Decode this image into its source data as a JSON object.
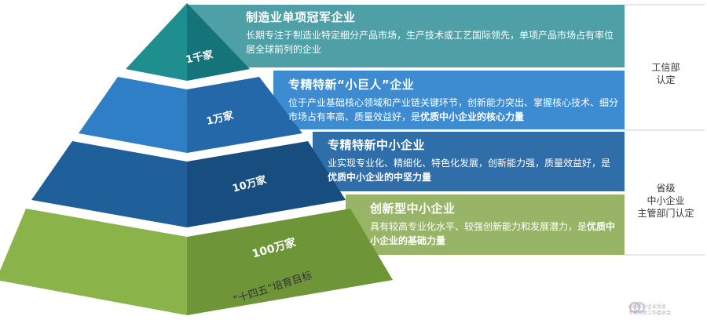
{
  "bands": [
    {
      "id": "champion",
      "title": "制造业单项冠军企业",
      "desc": "长期专注于制造业特定细分产品市场，生产技术或工艺国际领先，单项产品市场占有率位居全球前列的企业",
      "desc_bold": "",
      "count": "1千家",
      "color": "#4e9fa6",
      "pyramid_color": "#1f8e8e"
    },
    {
      "id": "little-giant",
      "title": "专精特新“小巨人”企业",
      "desc": "位于产业基础核心领域和产业链关键环节，创新能力突出、掌握核心技术、细分市场占有率高、质量效益好，是",
      "desc_bold": "优质中小企业的核心力量",
      "count": "1万家",
      "color": "#3d8bd0",
      "pyramid_color": "#2f7fc6"
    },
    {
      "id": "specialized-sme",
      "title": "专精特新中小企业",
      "desc": "业实现专业化、精细化、特色化发展，创新能力强，质量效益好，是",
      "desc_bold": "优质中小企业的中坚力量",
      "count": "10万家",
      "color": "#2f6ea8",
      "pyramid_color": "#1f5f9a"
    },
    {
      "id": "innovative-sme",
      "title": "创新型中小企业",
      "desc": "具有较高专业化水平、较强创新能力和发展潜力，是",
      "desc_bold": "优质中小企业的基础力量",
      "count": "100万家",
      "color": "#98b567",
      "pyramid_color": "#8ab34a"
    }
  ],
  "side_labels": {
    "top": "工信部\n认定",
    "bottom": "省级\n中小企业\n主管部门认定"
  },
  "caption": "“十四五”培育目标",
  "watermark": {
    "line1": "中国中小企业协会",
    "line2": "专精特新工作委员会"
  }
}
